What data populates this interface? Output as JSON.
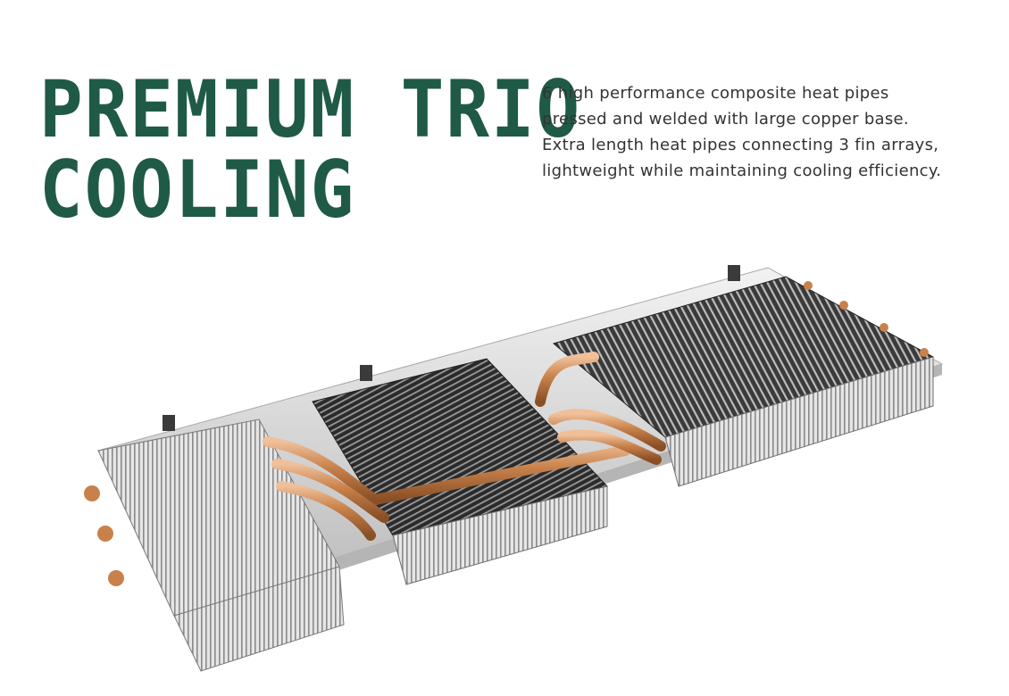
{
  "headline": {
    "line1": "PREMIUM TRIO",
    "line2": "COOLING",
    "color": "#1f5a46"
  },
  "description": {
    "lines": [
      "6 high performance composite heat pipes",
      "pressed and welded with large copper base.",
      "Extra length heat pipes connecting 3 fin arrays,",
      "lightweight while maintaining cooling efficiency."
    ]
  },
  "image": {
    "subject": "triple fin-array heatsink with copper heat pipes",
    "colors": {
      "fin": "#2e2e2e",
      "frame": "#d9d9d9",
      "copper": "#c8814a"
    }
  }
}
